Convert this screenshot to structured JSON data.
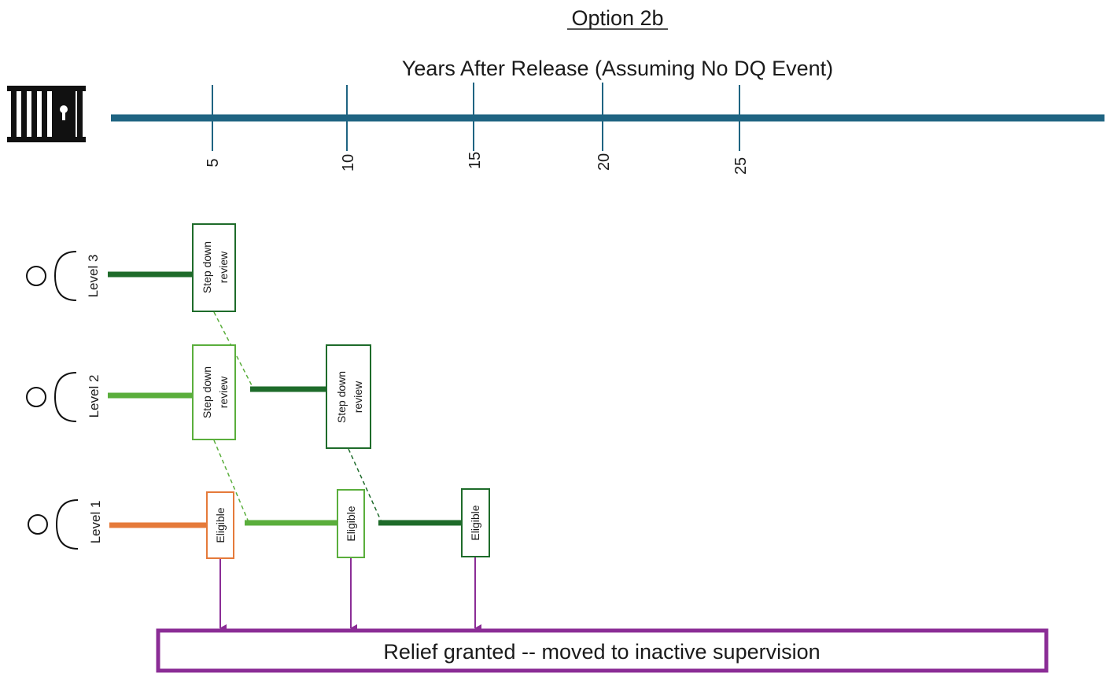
{
  "title": "Option 2b",
  "timeline": {
    "label": "Years After Release (Assuming No DQ Event)",
    "ticks": [
      "5",
      "10",
      "15",
      "20",
      "25"
    ]
  },
  "levels": {
    "level3": "Level 3",
    "level2": "Level 2",
    "level1": "Level 1"
  },
  "boxes": {
    "l3_review": [
      "Step down",
      "review"
    ],
    "l2_review_a": [
      "Step down",
      "review"
    ],
    "l2_review_b": [
      "Step down",
      "review"
    ],
    "l1_eligible_a": "Eligible",
    "l1_eligible_b": "Eligible",
    "l1_eligible_c": "Eligible"
  },
  "relief": "Relief granted -- moved to inactive supervision",
  "colors": {
    "timeline": "#1f6482",
    "level3": "#1e6b2a",
    "level2": "#5aae3c",
    "level1": "#e57a3a",
    "relief": "#8b2d96",
    "icon": "#111111"
  },
  "icons": {
    "jail": "jail-cell-icon",
    "person": "person-icon"
  }
}
